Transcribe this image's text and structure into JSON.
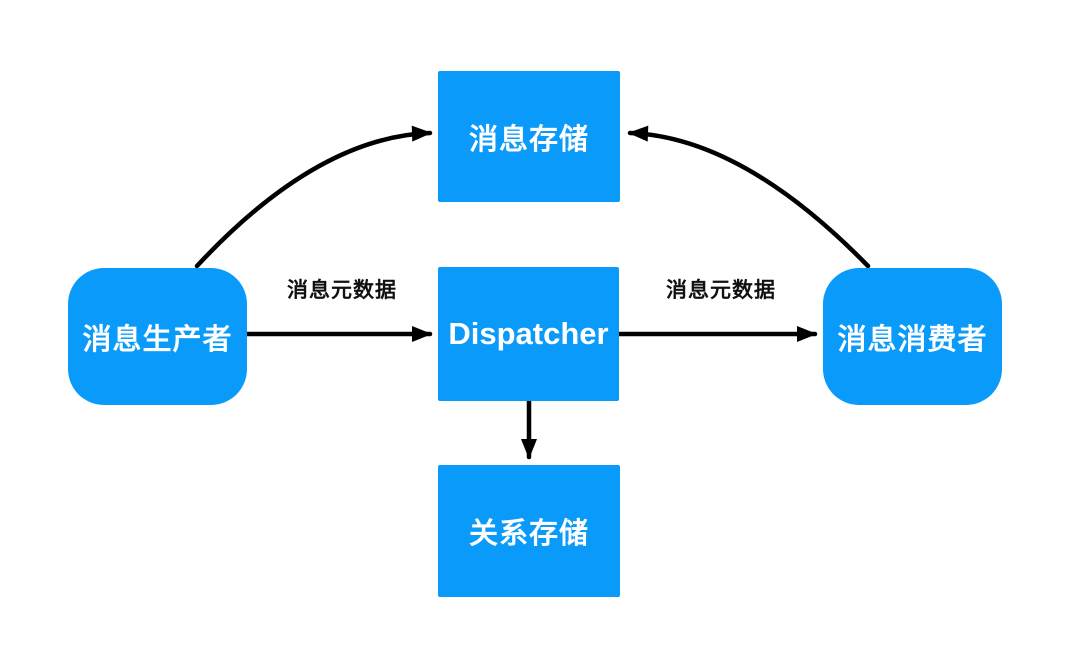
{
  "diagram": {
    "nodes": [
      {
        "id": "message-storage",
        "label": "消息存储",
        "shape": "rect"
      },
      {
        "id": "message-producer",
        "label": "消息生产者",
        "shape": "rounded"
      },
      {
        "id": "dispatcher",
        "label": "Dispatcher",
        "shape": "rect"
      },
      {
        "id": "message-consumer",
        "label": "消息消费者",
        "shape": "rounded"
      },
      {
        "id": "relation-storage",
        "label": "关系存储",
        "shape": "rect"
      }
    ],
    "edges": [
      {
        "id": "producer-to-storage",
        "from": "message-producer",
        "to": "message-storage",
        "label": ""
      },
      {
        "id": "consumer-to-storage",
        "from": "message-consumer",
        "to": "message-storage",
        "label": ""
      },
      {
        "id": "producer-to-dispatcher",
        "from": "message-producer",
        "to": "dispatcher",
        "label": "消息元数据"
      },
      {
        "id": "dispatcher-to-consumer",
        "from": "dispatcher",
        "to": "message-consumer",
        "label": "消息元数据"
      },
      {
        "id": "dispatcher-to-relation",
        "from": "dispatcher",
        "to": "relation-storage",
        "label": ""
      }
    ],
    "colors": {
      "node_fill": "#0a9bfa",
      "node_text": "#ffffff",
      "arrow": "#000000",
      "label_text": "#111111",
      "background": "#ffffff"
    }
  }
}
